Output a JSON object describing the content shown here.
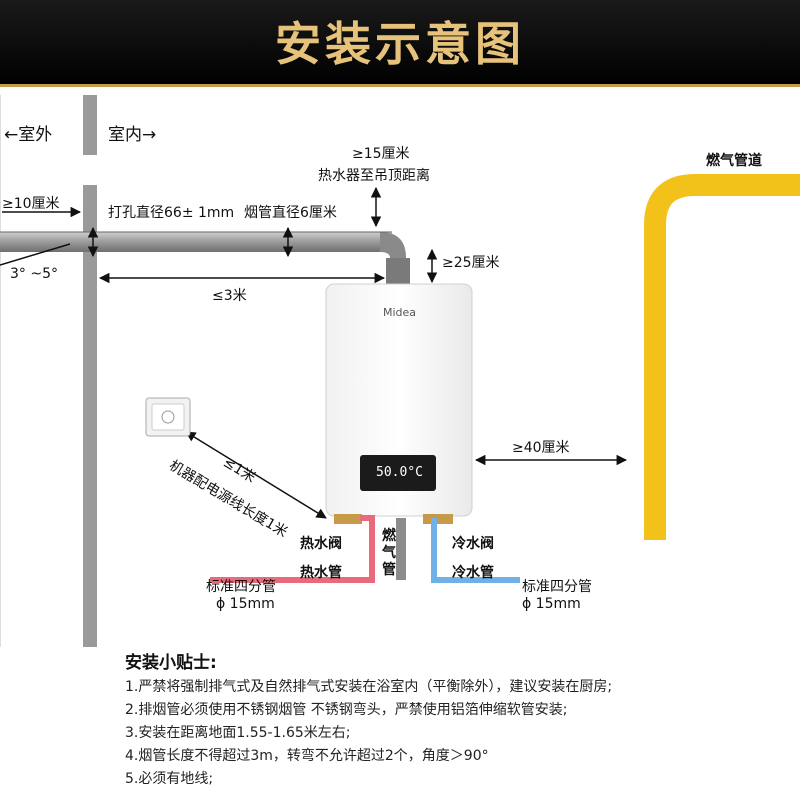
{
  "header": {
    "title": "安装示意图"
  },
  "labels": {
    "outdoor": "←室外",
    "indoor": "室内→",
    "top_gap_value": "≥15厘米",
    "top_gap_desc": "热水器至吊顶距离",
    "wall_protrude": "≥10厘米",
    "hole_diameter": "打孔直径66± 1mm",
    "pipe_diameter": "烟管直径6厘米",
    "slope": "3° ~5°",
    "pipe_length": "≤3米",
    "side_clearance_top": "≥25厘米",
    "gas_pipeline": "燃气管道",
    "side_clearance_right": "≥40厘米",
    "cable_max": "≤1米",
    "cable_desc": "机器配电源线长度1米",
    "hot_valve": "热水阀",
    "hot_pipe": "热水管",
    "gas_pipe": "燃气管",
    "cold_valve": "冷水阀",
    "cold_pipe": "冷水管",
    "standard_left": "标准四分管",
    "diameter_left": "ϕ 15mm",
    "standard_right": "标准四分管",
    "diameter_right": "ϕ 15mm"
  },
  "heater": {
    "brand": "Midea",
    "display_value": "50.0",
    "display_unit": "°C"
  },
  "tips": {
    "title": "安装小贴士:",
    "items": [
      "1.严禁将强制排气式及自然排气式安装在浴室内（平衡除外），建议安装在厨房;",
      "2.排烟管必须使用不锈钢烟管 不锈钢弯头，严禁使用铝箔伸缩软管安装;",
      "3.安装在距离地面1.55-1.65米左右;",
      "4.烟管长度不得超过3m，转弯不允许超过2个，角度＞90°",
      "5.必须有地线;"
    ]
  },
  "colors": {
    "header_text": "#e6c27a",
    "gas_pipe": "#f2c21b",
    "hot_pipe": "#e96a7a",
    "cold_pipe": "#6fb0e6",
    "wall": "#9a9a9a",
    "flue": "#8c8c8c"
  }
}
